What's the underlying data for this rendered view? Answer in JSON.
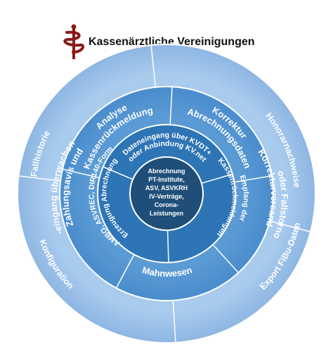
{
  "header": {
    "title": "Kassenärztliche Vereinigungen",
    "logo_icon": "caduceus-icon"
  },
  "outer_ring": {
    "segments": [
      "Fallhistorie",
      "Honorarnachweise",
      "Export FiBu-Daten",
      "Konfiguration"
    ]
  },
  "middle_ring": {
    "labels": {
      "analyse": "Analyse",
      "kassenrueckmeldung": "Kassenrückmeldung",
      "korrektur": "Korrektur",
      "abrechnungsdaten": "Abrechnungsdaten",
      "korrekturversand": "Korrekturversand",
      "oder_fallstorno": "oder Fallstorno",
      "mahnwesen": "Mahnwesen",
      "zahlungsavis": "Zahlungsavis und",
      "eingang_ueberwachen": "-eingang überwachen"
    }
  },
  "inner_ring": {
    "labels": {
      "dateneingang_1": "Dateneingang über KVDT+",
      "dateneingang_2": "oder Anbindung KV.net",
      "empfang_1": "Empfang der",
      "empfang_2": "Kassenrückmeldungen",
      "erzeugung_1": "Erzeugung Abrechnung",
      "erzeugung_2": "im AMBO, ASVREC, DIR140-Format"
    }
  },
  "core": {
    "lines": [
      "Abrechnung",
      "PT-Institute,",
      "ASV, ASVKRH",
      "IV-Verträge,",
      "Corona-",
      "Leistungen"
    ]
  },
  "colors": {
    "outer": "#9dc3e6",
    "middle": "#5b9bd5",
    "inner": "#2e75b6",
    "core": "#1f4e79",
    "logo": "#8b1a1a"
  }
}
